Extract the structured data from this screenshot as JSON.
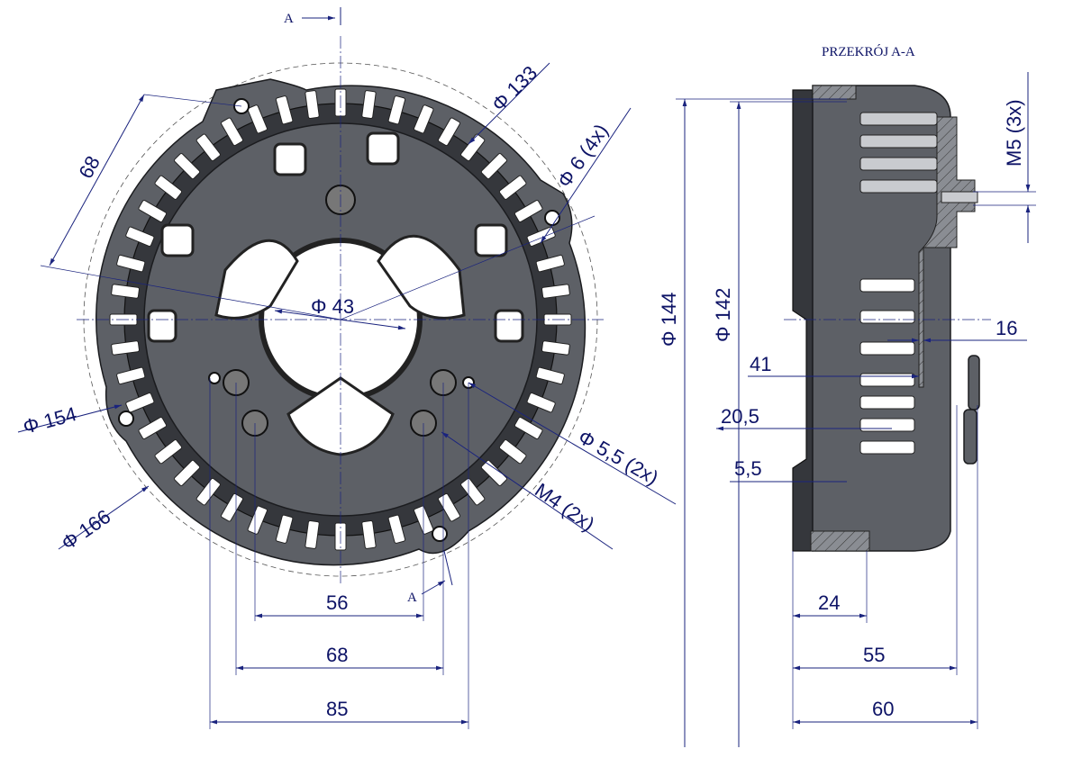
{
  "title": "PRZEKRÓJ A-A",
  "section_marks": [
    "A",
    "A"
  ],
  "colors": {
    "dimension": "#1a237e",
    "part": "#5d6066",
    "text": "#0d1366"
  },
  "front_view": {
    "dia_133": "Φ 133",
    "dim_68_diag": "68",
    "dia_6": "Φ 6 (4x)",
    "dia_43": "Φ 43",
    "dia_154": "Φ 154",
    "dia_166": "Φ 166",
    "dia_5_5": "Φ 5,5 (2x)",
    "m4": "M4 (2x)",
    "dim_56": "56",
    "dim_68": "68",
    "dim_85": "85"
  },
  "section_view": {
    "dia_144": "Φ 144",
    "dia_142": "Φ 142",
    "m5": "M5 (3x)",
    "dim_16": "16",
    "dim_41": "41",
    "dim_20_5": "20,5",
    "dim_5_5": "5,5",
    "dim_24": "24",
    "dim_55": "55",
    "dim_60": "60"
  }
}
